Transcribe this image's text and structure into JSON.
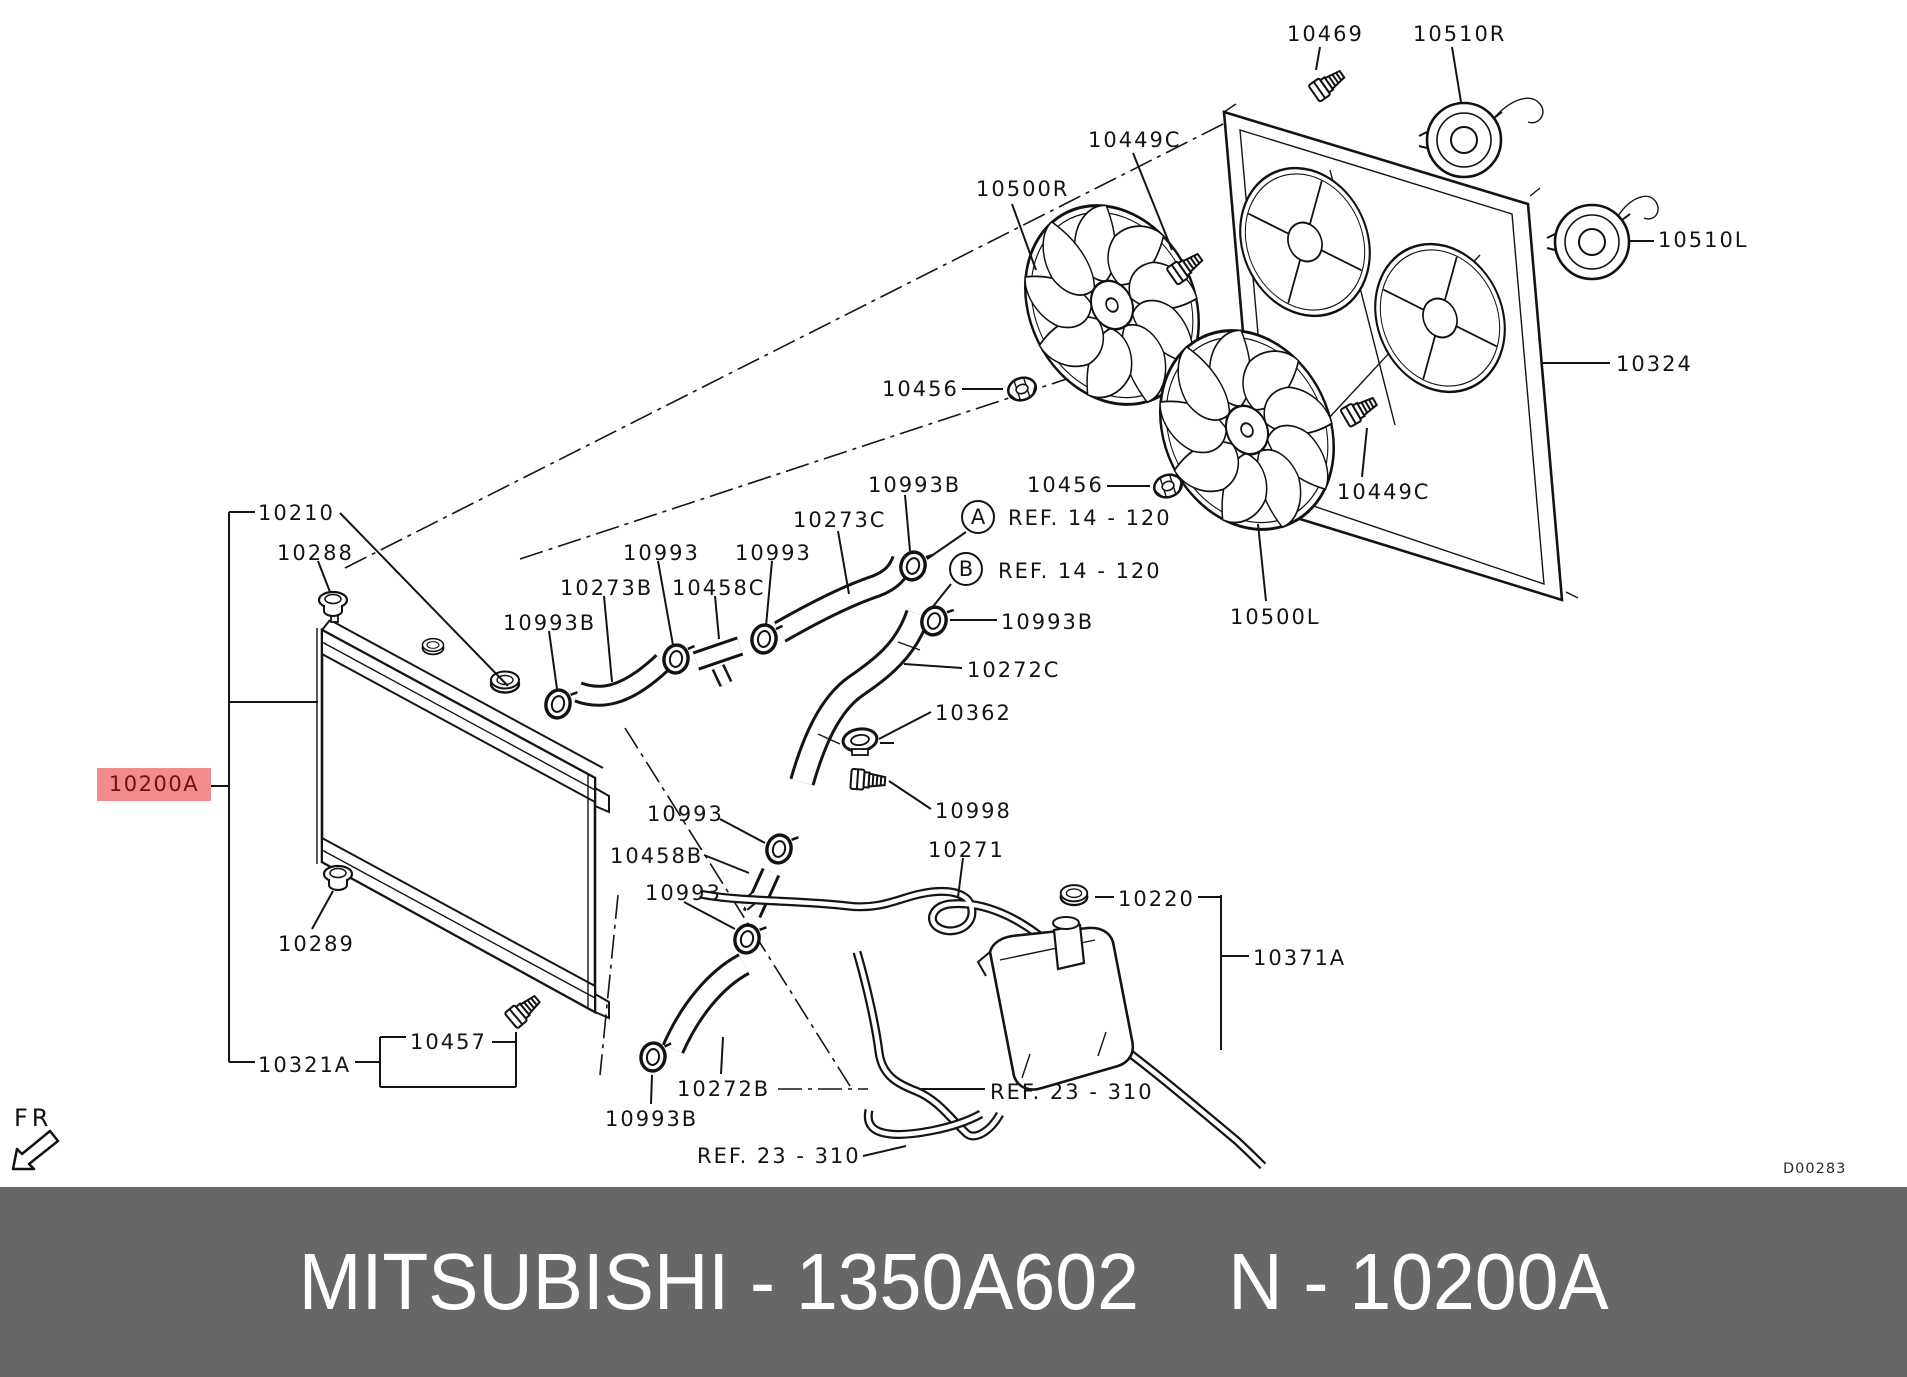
{
  "diagram": {
    "fr": "FR",
    "code": "D00283",
    "selected_part": "10200A",
    "highlight_bg": "#F28B8B",
    "highlight_fg": "#701010"
  },
  "labels": {
    "p10469": "10469",
    "p10510R": "10510R",
    "p10449C": "10449C",
    "p10500R": "10500R",
    "p10510L": "10510L",
    "p10324": "10324",
    "p10456": "10456",
    "p10500L": "10500L",
    "p10993B": "10993B",
    "p10273C": "10273C",
    "p10993": "10993",
    "p10273B": "10273B",
    "p10458C": "10458C",
    "p10272C": "10272C",
    "p10362": "10362",
    "p10998": "10998",
    "p10271": "10271",
    "p10220": "10220",
    "p10371A": "10371A",
    "p10210": "10210",
    "p10288": "10288",
    "p10200A": "10200A",
    "p10289": "10289",
    "p10321A": "10321A",
    "p10457": "10457",
    "p10458B": "10458B",
    "p10272B": "10272B",
    "refA_letter": "A",
    "refB_letter": "B",
    "ref14": "REF. 14 - 120",
    "ref23": "REF. 23 - 310"
  },
  "banner": {
    "left": "MITSUBISHI - 1350A602",
    "right": "N - 10200A",
    "bg": "#676767",
    "text_color": "#FFFFFF"
  }
}
